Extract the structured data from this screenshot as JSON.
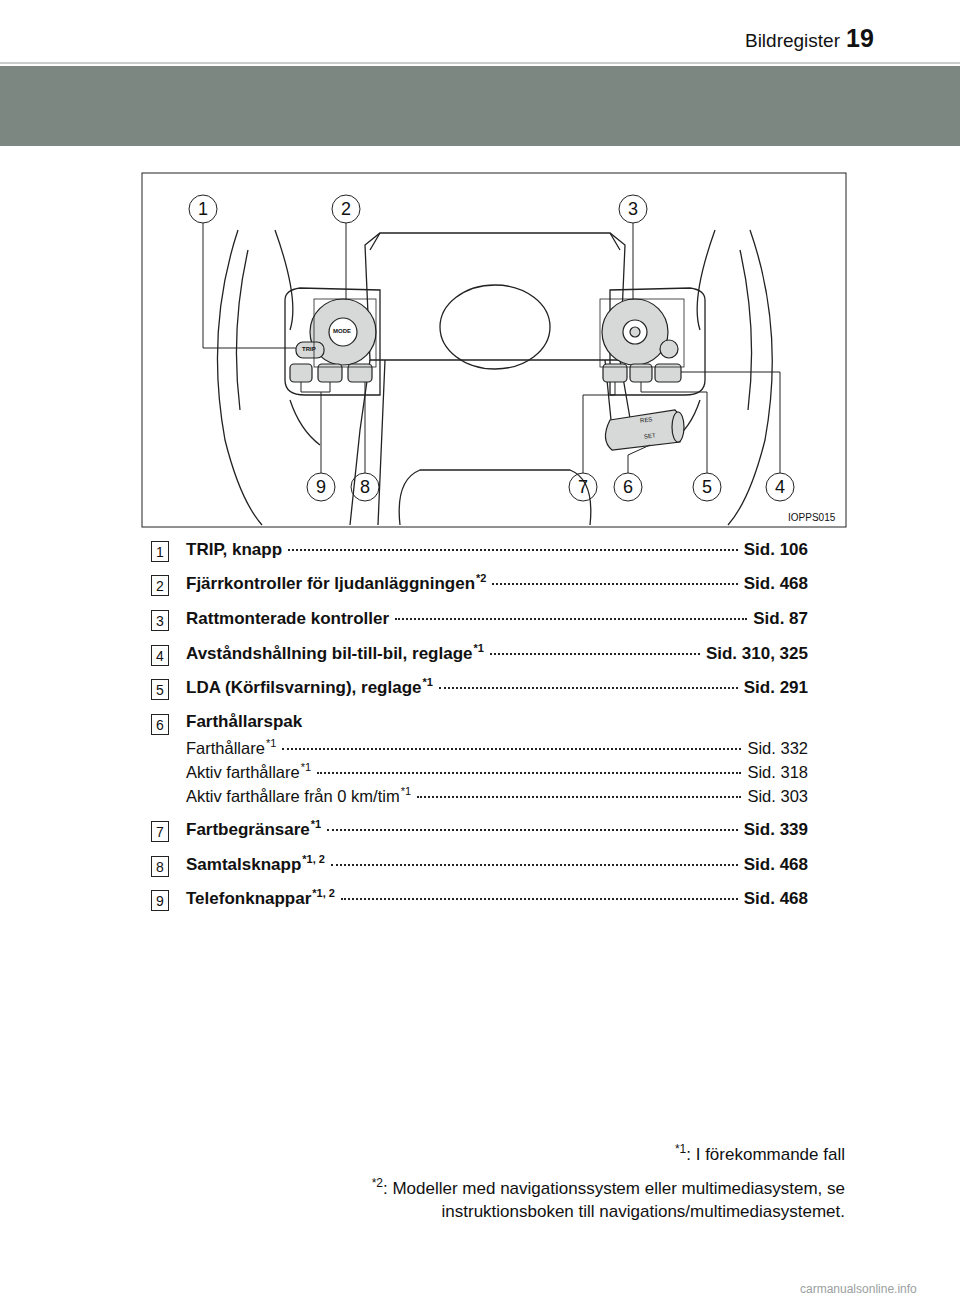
{
  "diagram": {
    "title": "Bildregister",
    "labels": [
      "19",
      "1",
      "2",
      "3",
      "4",
      "5",
      "6",
      "7",
      "8",
      "9",
      "TRIP",
      "MODE",
      "RES",
      "SET",
      "IOPPS015",
      "1",
      "TRIP, knapp",
      "Sid. 106",
      "2",
      "Fjärrkontroller för ljudanläggningen",
      "*2",
      "Sid. 468",
      "3",
      "Rattmonterade kontroller",
      "Sid. 87",
      "4",
      "Avståndshållning bil-till-bil, reglage",
      "*1",
      "Sid. 310, 325",
      "5",
      "LDA (Körfilsvarning), reglage",
      "*1",
      "Sid. 291",
      "6",
      "Farthållarspak",
      "Farthållare",
      "*1",
      "Sid. 332",
      "Aktiv farthållare",
      "*1",
      "Sid. 318",
      "Aktiv farthållare från 0 km/tim",
      "*1",
      "Sid. 303",
      "7",
      "Fartbegränsare",
      "*1",
      "Sid. 339",
      "8",
      "Samtalsknapp",
      "*1, 2",
      "Sid. 468",
      "9",
      "Telefonknappar",
      "*1, 2",
      "Sid. 468",
      "*1",
      ": I förekommande fall",
      "*2",
      ": Modeller med navigationssystem eller multimediasystem, se instruktionsboken till navigations/multimediasystemet.",
      "carmanualsonline.info"
    ]
  }
}
